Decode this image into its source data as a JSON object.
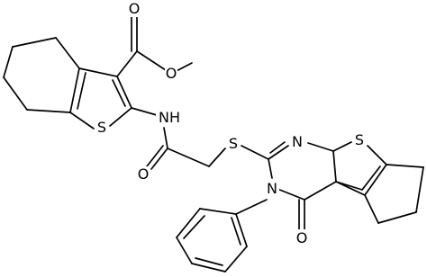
{
  "molecule": {
    "atoms": {
      "ester_O_carbonyl": "O",
      "ester_O_ether": "O",
      "thiophene_S_left": "S",
      "amide_N": "N",
      "amide_H": "H",
      "amide_O": "O",
      "thioether_S": "S",
      "pyrimidine_N_top": "N",
      "thiophene_S_right": "S",
      "pyrimidine_N_phenyl": "N",
      "ketone_O": "O"
    }
  }
}
